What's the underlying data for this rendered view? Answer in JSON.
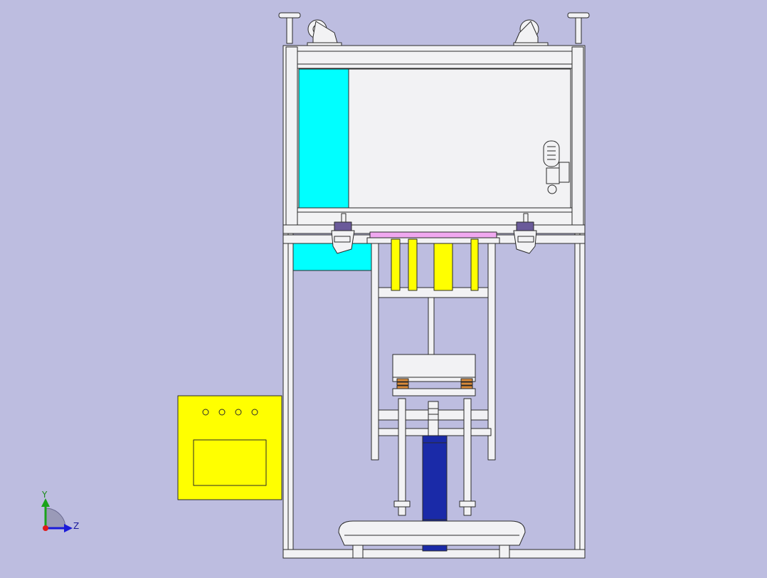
{
  "viewport": {
    "background": "#bdbde0"
  },
  "axis_triad": {
    "y_label": "Y",
    "z_label": "Z",
    "colors": {
      "y": "#1aa31a",
      "z": "#1a1ad9",
      "x": "#e01a1a",
      "label": "#1a8a1a",
      "z_text": "#1a1a9a"
    }
  },
  "model": {
    "name": "",
    "palette": {
      "frame": "#f2f2f4",
      "outline": "#2a2a2a",
      "cyan_panel": "#00ffff",
      "yellow": "#ffff00",
      "pink": "#f0a8f0",
      "cylinder": "#1a2aa8",
      "spring": "#d98a3a",
      "purple_bracket": "#6a5a9a"
    },
    "control_box": {
      "indicator_count": 4
    }
  }
}
